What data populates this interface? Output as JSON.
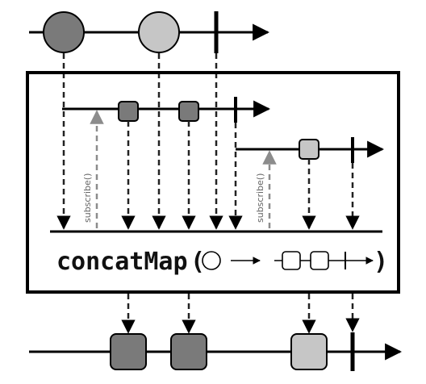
{
  "operator": {
    "name": "concatMap",
    "open_paren": "(",
    "close_paren": ")"
  },
  "inner_labels": {
    "subscribe_1": "subscribe()",
    "subscribe_2": "subscribe()"
  },
  "colors": {
    "line": "#000000",
    "dashed": "#222222",
    "subscribe_arrow": "#8c8c8c",
    "dark_marble": "#7a7a7a",
    "light_marble": "#c6c6c6",
    "white": "#ffffff"
  }
}
